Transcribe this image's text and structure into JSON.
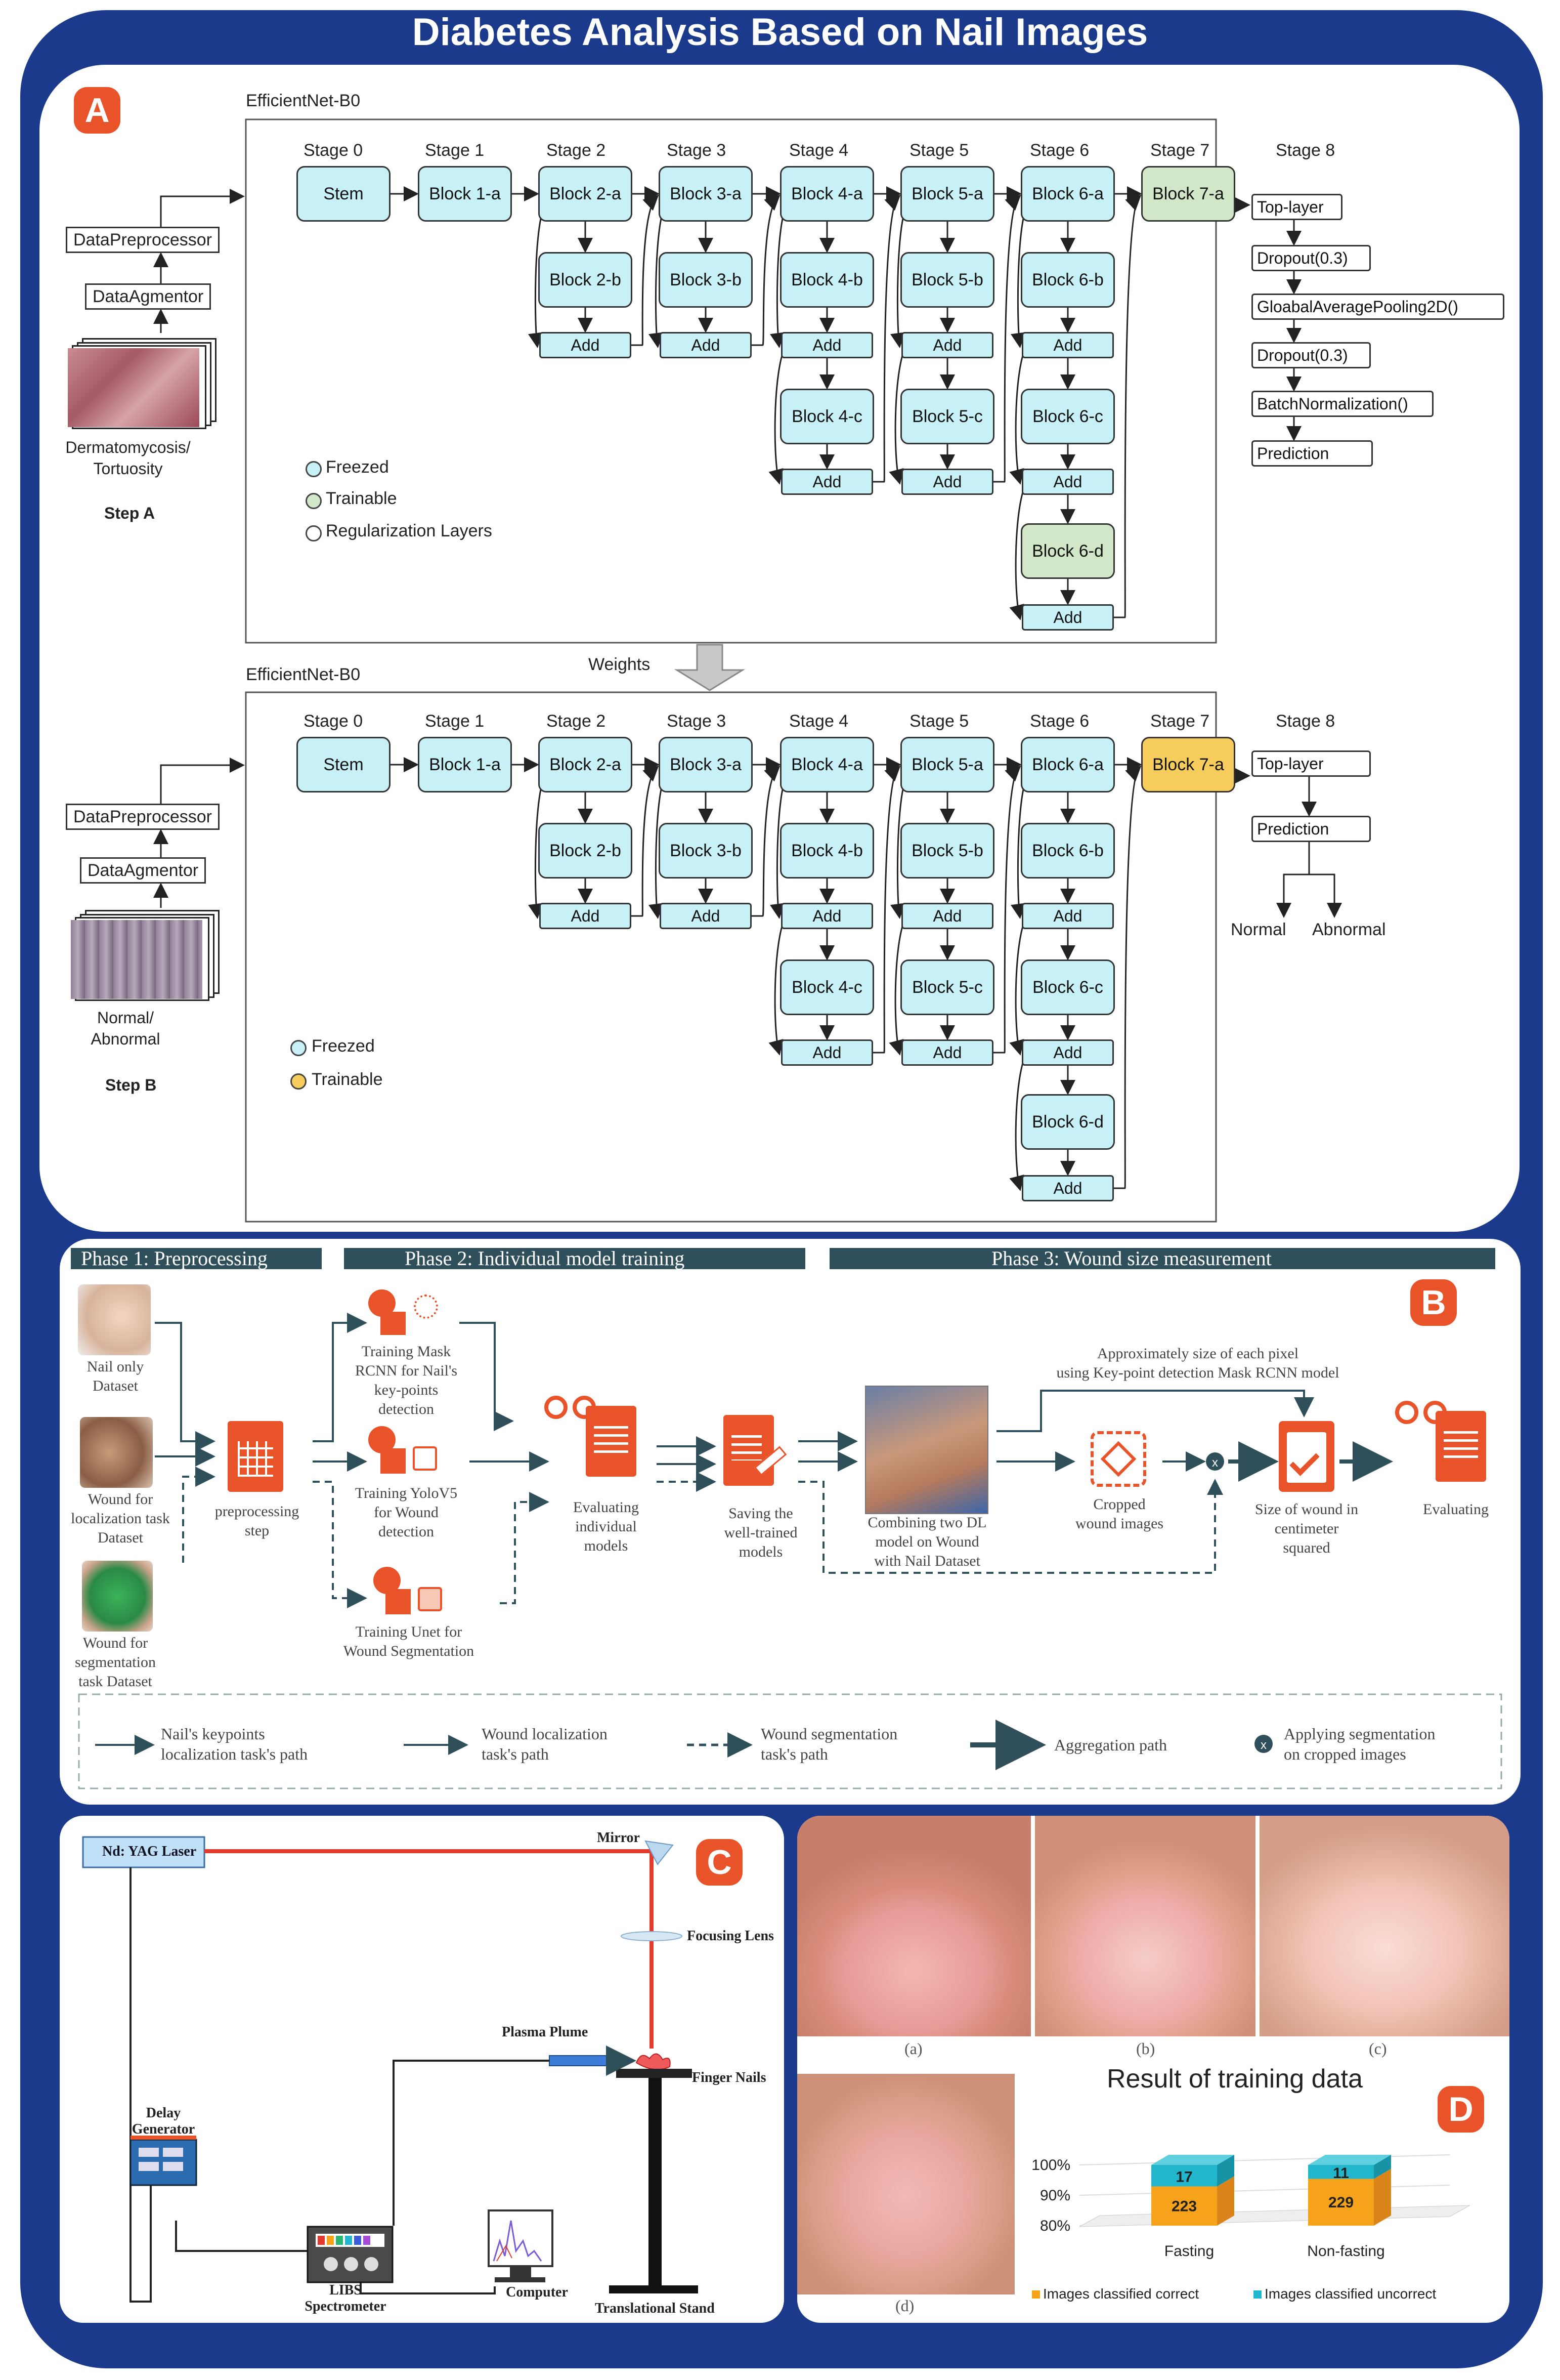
{
  "title": "Diabetes Analysis Based on Nail Images",
  "colors": {
    "frame": "#1b3a8c",
    "badge": "#e8532a",
    "freezed": "#c7f1f6",
    "trainable": "#d2e7c8",
    "trainable_b": "#f6cd5c",
    "phase_bar": "#2f4f5b",
    "b_icon": "#e8532a",
    "laser_red": "#e23b2e",
    "bar_orange": "#f7a21b",
    "bar_cyan": "#21b6cc"
  },
  "panel_a": {
    "badge": "A",
    "top": {
      "model_label": "EfficientNet-B0",
      "stages": [
        "Stage 0",
        "Stage 1",
        "Stage 2",
        "Stage 3",
        "Stage 4",
        "Stage 5",
        "Stage 6",
        "Stage 7",
        "Stage 8"
      ],
      "blocks": {
        "stem": "Stem",
        "b1a": "Block 1-a",
        "b2a": "Block 2-a",
        "b2b": "Block 2-b",
        "b3a": "Block 3-a",
        "b3b": "Block 3-b",
        "b4a": "Block 4-a",
        "b4b": "Block 4-b",
        "b4c": "Block 4-c",
        "b5a": "Block 5-a",
        "b5b": "Block 5-b",
        "b5c": "Block 5-c",
        "b6a": "Block 6-a",
        "b6b": "Block 6-b",
        "b6c": "Block 6-c",
        "b6d": "Block 6-d",
        "b7a": "Block 7-a"
      },
      "add": "Add",
      "head_layers": [
        "Top-layer",
        "Dropout(0.3)",
        "GloabalAveragePooling2D()",
        "Dropout(0.3)",
        "BatchNormalization()",
        "Prediction"
      ],
      "preprocessor": "DataPreprocessor",
      "augmentor": "DataAgmentor",
      "dataset_label": "Dermatomycosis/\nTortuosity",
      "step": "Step A",
      "legend": [
        "Freezed",
        "Trainable",
        "Regularization Layers"
      ]
    },
    "weights_label": "Weights",
    "bottom": {
      "model_label": "EfficientNet-B0",
      "head_layers": [
        "Top-layer",
        "Prediction"
      ],
      "outputs": [
        "Normal",
        "Abnormal"
      ],
      "preprocessor": "DataPreprocessor",
      "augmentor": "DataAgmentor",
      "dataset_label": "Normal/\nAbnormal",
      "step": "Step B",
      "legend": [
        "Freezed",
        "Trainable"
      ]
    }
  },
  "panel_b": {
    "badge": "B",
    "phases": [
      "Phase 1: Preprocessing",
      "Phase 2: Individual model training",
      "Phase 3: Wound size measurement"
    ],
    "datasets": [
      "Nail only\nDataset",
      "Wound for\nlocalization task\nDataset",
      "Wound for\nsegmentation\ntask Dataset"
    ],
    "preprocessing": "preprocessing\nstep",
    "training": [
      "Training Mask\nRCNN for Nail's\nkey-points\ndetection",
      "Training YoloV5\nfor Wound\ndetection",
      "Training Unet for\nWound Segmentation"
    ],
    "evaluating_models": "Evaluating\nindividual\nmodels",
    "saving": "Saving the\nwell-trained\nmodels",
    "combining": "Combining two DL\nmodel on Wound\nwith Nail Dataset",
    "approx": "Approximately size of each pixel\nusing Key-point detection Mask RCNN model",
    "cropped": "Cropped\nwound images",
    "size": "Size of wound in\ncentimeter\nsquared",
    "evaluating": "Evaluating",
    "legend": [
      "Nail's keypoints\nlocalization task's path",
      "Wound localization\ntask's path",
      "Wound segmentation\ntask's path",
      "Aggregation path",
      "Applying segmentation\non cropped images"
    ]
  },
  "panel_c": {
    "badge": "C",
    "laser": "Nd: YAG Laser",
    "mirror": "Mirror",
    "lens": "Focusing Lens",
    "plume": "Plasma Plume",
    "nails": "Finger Nails",
    "delay": "Delay\nGenerator",
    "libs": "LIBS\nSpectrometer",
    "computer": "Computer",
    "stand": "Translational Stand"
  },
  "panel_d": {
    "badge": "D",
    "captions": [
      "(a)",
      "(b)",
      "(c)",
      "(d)"
    ],
    "chart_title": "Result of training data",
    "chart_data": {
      "type": "bar",
      "categories": [
        "Fasting",
        "Non-fasting"
      ],
      "series": [
        {
          "name": "Images classified correct",
          "values": [
            223,
            229
          ]
        },
        {
          "name": "Images classified uncorrect",
          "values": [
            17,
            11
          ]
        }
      ],
      "yticks": [
        "100%",
        "90%",
        "80%"
      ],
      "stacked": true,
      "legend": "bottom"
    }
  }
}
